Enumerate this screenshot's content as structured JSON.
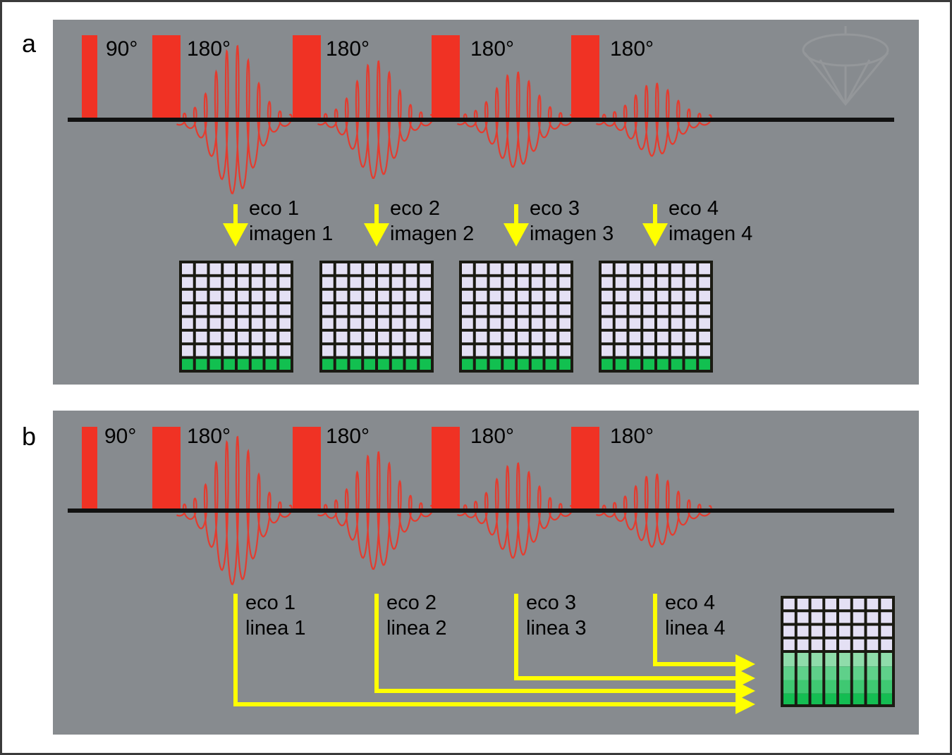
{
  "panels": [
    {
      "label": "a",
      "pulses": [
        "90°",
        "180°",
        "180°",
        "180°",
        "180°"
      ],
      "echoes": [
        {
          "echo": "eco 1",
          "result": "imagen 1"
        },
        {
          "echo": "eco 2",
          "result": "imagen 2"
        },
        {
          "echo": "eco 3",
          "result": "imagen 3"
        },
        {
          "echo": "eco 4",
          "result": "imagen 4"
        }
      ]
    },
    {
      "label": "b",
      "pulses": [
        "90°",
        "180°",
        "180°",
        "180°",
        "180°"
      ],
      "echoes": [
        {
          "echo": "eco 1",
          "result": "linea 1"
        },
        {
          "echo": "eco 2",
          "result": "linea 2"
        },
        {
          "echo": "eco 3",
          "result": "linea 3"
        },
        {
          "echo": "eco 4",
          "result": "linea 4"
        }
      ]
    }
  ],
  "colors": {
    "background": "#878b8f",
    "pulse": "#f03224",
    "arrow": "#ffff00",
    "kspace_cell": "#e4e0f4",
    "kspace_filled": "#12c050"
  }
}
